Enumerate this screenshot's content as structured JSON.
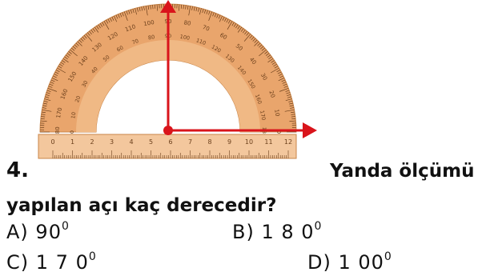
{
  "question": {
    "number": "4.",
    "text_part1": "Yanda ölçümü",
    "text_part2": "yapılan açı kaç derecedir?"
  },
  "options": [
    {
      "letter": "A)",
      "value": "90",
      "sup": "0"
    },
    {
      "letter": "B)",
      "value": "1 8 0",
      "sup": "0"
    },
    {
      "letter": "C)",
      "value": "1 7 0",
      "sup": "0"
    },
    {
      "letter": "D)",
      "value": "1 00",
      "sup": "0"
    }
  ],
  "protractor": {
    "outer_scale": [
      "180",
      "170",
      "160",
      "150",
      "140",
      "130",
      "120",
      "110",
      "100",
      "90",
      "80",
      "70",
      "60",
      "50",
      "40",
      "30",
      "20",
      "10",
      "0"
    ],
    "inner_scale": [
      "0",
      "10",
      "20",
      "30",
      "40",
      "50",
      "60",
      "70",
      "80",
      "90",
      "100",
      "110",
      "120",
      "130",
      "140",
      "150",
      "160",
      "170",
      "180"
    ],
    "ruler_numbers": [
      "0",
      "1",
      "2",
      "3",
      "4",
      "5",
      "6",
      "7",
      "8",
      "9",
      "10",
      "11",
      "12"
    ]
  },
  "colors": {
    "protractor_fill": "#e9a56c",
    "protractor_light": "#f3c79d",
    "tick": "#6b3f1b",
    "arrow": "#d9141b"
  }
}
